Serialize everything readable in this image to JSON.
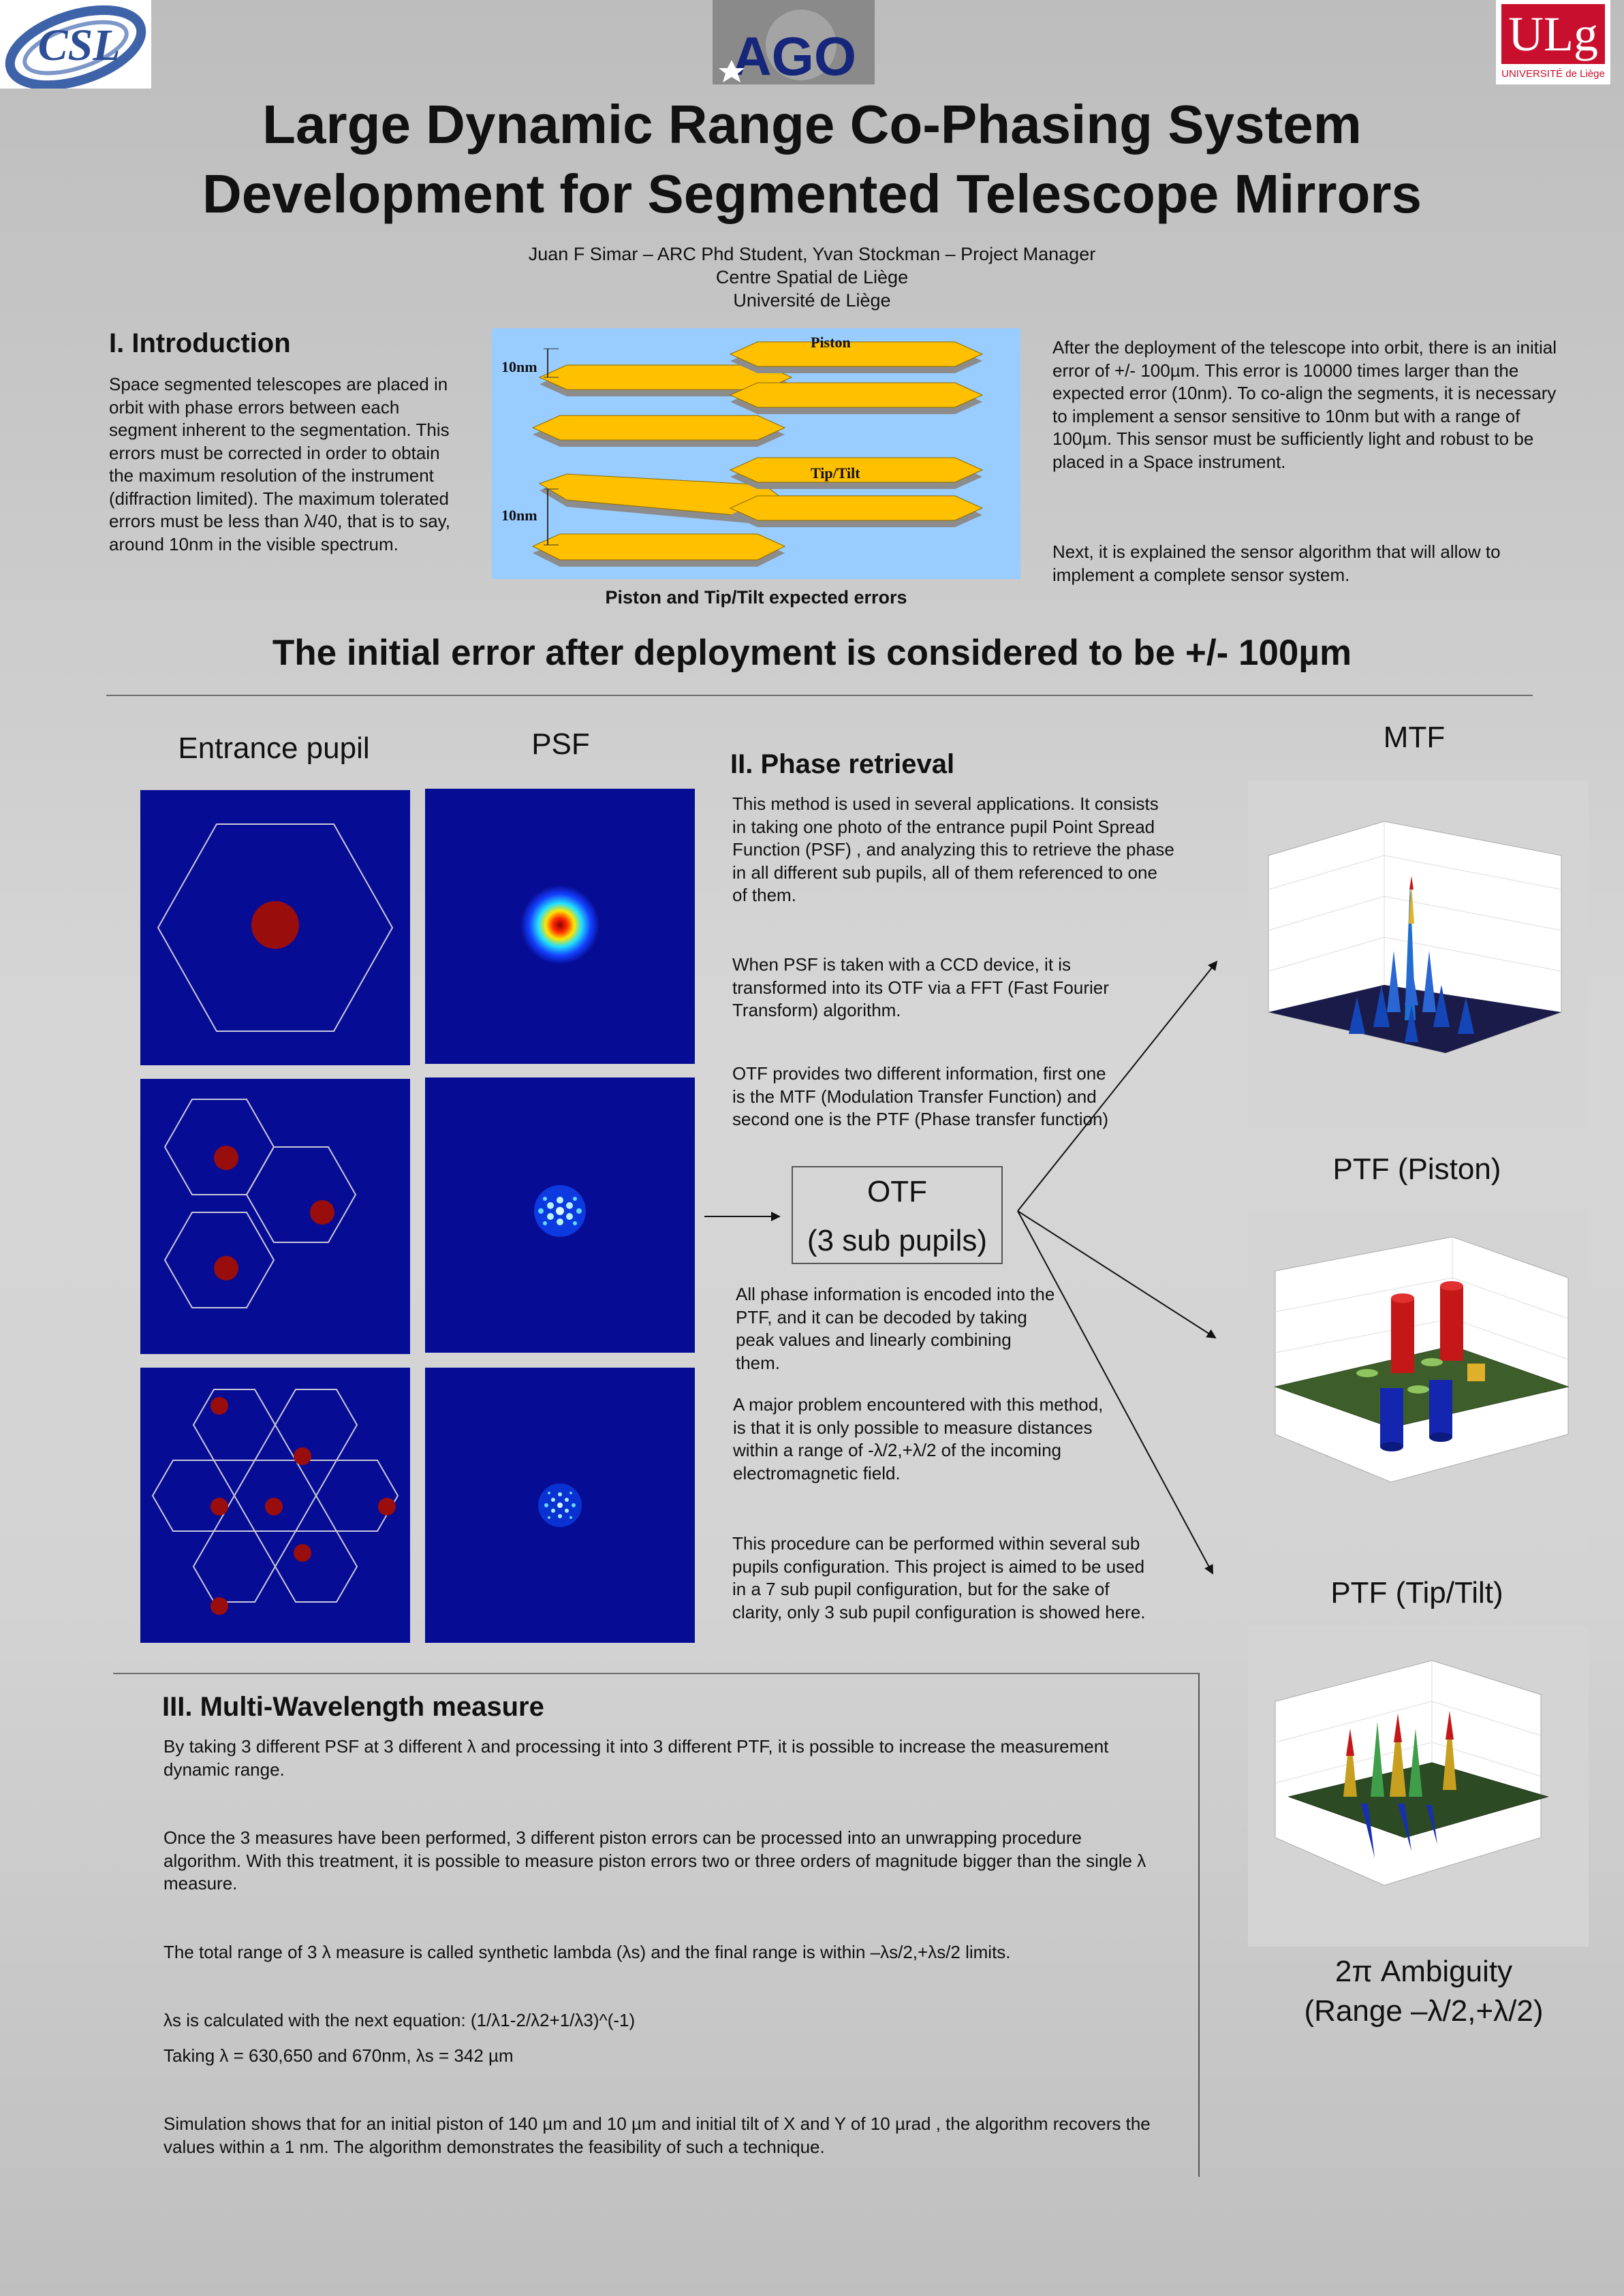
{
  "logos": {
    "csl": "CSL",
    "ago": "AGO",
    "ulg": "ULg",
    "ulg_sub": "UNIVERSITÉ de Liège"
  },
  "title": {
    "line1": "Large Dynamic Range Co-Phasing System",
    "line2": "Development for Segmented Telescope Mirrors"
  },
  "authors": {
    "line1": "Juan F Simar – ARC Phd Student, Yvan Stockman – Project Manager",
    "line2": "Centre Spatial de Liège",
    "line3": "Université de Liège"
  },
  "intro": {
    "heading": "I. Introduction",
    "body": "Space segmented telescopes are placed in orbit with phase errors between each segment  inherent to the segmentation. This errors must be corrected in order to obtain the maximum resolution of the instrument (diffraction limited).  The maximum tolerated errors must be less than λ/40, that is to say, around 10nm in the visible spectrum."
  },
  "figure": {
    "piston": "Piston",
    "tiptilt": "Tip/Tilt",
    "scale1": "10nm",
    "scale2": "10nm",
    "caption": "Piston and Tip/Tilt expected errors"
  },
  "right_intro": {
    "p1": "After the deployment of the telescope into orbit, there is an initial error of +/- 100µm. This error is 10000 times larger than the expected error (10nm).  To co-align the segments, it is necessary to implement a sensor sensitive to 10nm but with a range of 100µm. This sensor must be sufficiently light and robust to be placed in a Space instrument.",
    "p2": "Next, it is explained the sensor algorithm that will allow to implement a complete sensor system."
  },
  "headline": "The initial error after deployment is considered to be +/- 100µm",
  "labels": {
    "entrance": "Entrance pupil",
    "psf": "PSF",
    "mtf": "MTF",
    "ptf_piston": "PTF (Piston)",
    "ptf_tiptilt": "PTF (Tip/Tilt)",
    "ambiguity1": "2π Ambiguity",
    "ambiguity2": "(Range –λ/2,+λ/2)"
  },
  "otf": {
    "line1": "OTF",
    "line2": "(3 sub pupils)"
  },
  "phase": {
    "heading": "II. Phase retrieval",
    "p1": "This method is used in several applications.  It consists in taking one photo of the entrance pupil Point Spread Function (PSF) , and analyzing this to retrieve the phase in all different sub pupils, all of them referenced to one of them.",
    "p2": "When PSF is taken with a CCD device, it is transformed into its OTF via a FFT (Fast Fourier Transform) algorithm.",
    "p3": "OTF provides two different information, first one is the MTF (Modulation Transfer Function) and second one is the PTF (Phase transfer function)",
    "p4": "All phase information is encoded into the PTF, and it can be decoded by taking peak values and linearly combining them.",
    "p5": "A major problem encountered with this method, is that it is only possible to measure distances within a range of           -λ/2,+λ/2 of the incoming electromagnetic field.",
    "p6": "This procedure can be performed within several sub pupils configuration. This project is aimed to be used in a 7 sub pupil configuration, but for the sake of clarity, only 3 sub pupil configuration is showed here."
  },
  "multi": {
    "heading": "III. Multi-Wavelength measure",
    "p1": "By taking 3 different PSF at 3 different λ and processing it into 3 different PTF, it is possible to increase the measurement dynamic range.",
    "p2": "Once the 3 measures have been performed, 3 different piston errors can be processed into an unwrapping procedure algorithm. With this treatment, it is possible to measure piston errors two or three orders of magnitude bigger than the single λ measure.",
    "p3": "The total range of 3 λ measure is called synthetic lambda (λs) and the final range is within –λs/2,+λs/2 limits.",
    "p4": "λs is calculated with the next equation: (1/λ1-2/λ2+1/λ3)^(-1)",
    "p5": "Taking λ  = 630,650 and 670nm, λs = 342 µm",
    "p6": "Simulation shows that for an initial piston of 140 µm and 10 µm and initial tilt of X and Y of 10 µrad , the algorithm recovers the values within a 1 nm. The algorithm demonstrates the feasibility of such a technique."
  },
  "colors": {
    "panel_bg": "#070c94",
    "spot": "#9a0d0d",
    "segment": "#ffc000",
    "figure_bg": "#99ccff",
    "plane_green": "#3d5e2a"
  }
}
